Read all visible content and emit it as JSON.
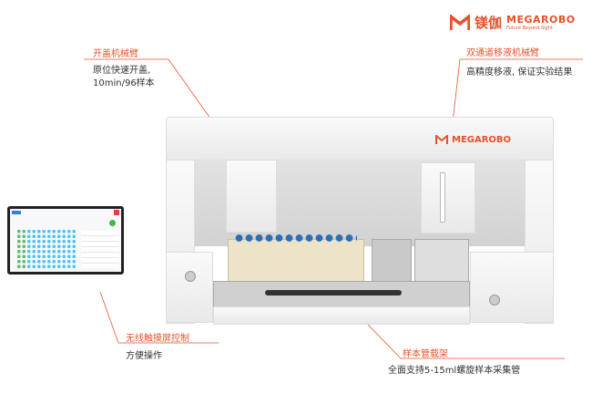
{
  "brand": {
    "name_cn": "镁伽",
    "name_en": "MEGAROBO",
    "tagline": "Future Beyond Sight",
    "color": "#e8522a"
  },
  "machine_logo": "MEGAROBO",
  "callouts": [
    {
      "title": "开盖机械臂",
      "lines": [
        "原位快速开盖,",
        "10min/96样本"
      ]
    },
    {
      "title": "双通道移液机械臂",
      "lines": [
        "高精度移液, 保证实验结果"
      ]
    },
    {
      "title": "无线触摸屏控制",
      "lines": [
        "方便操作"
      ]
    },
    {
      "title": "样本管载架",
      "lines": [
        "全面支持5-15ml螺旋样本采集管"
      ]
    }
  ]
}
